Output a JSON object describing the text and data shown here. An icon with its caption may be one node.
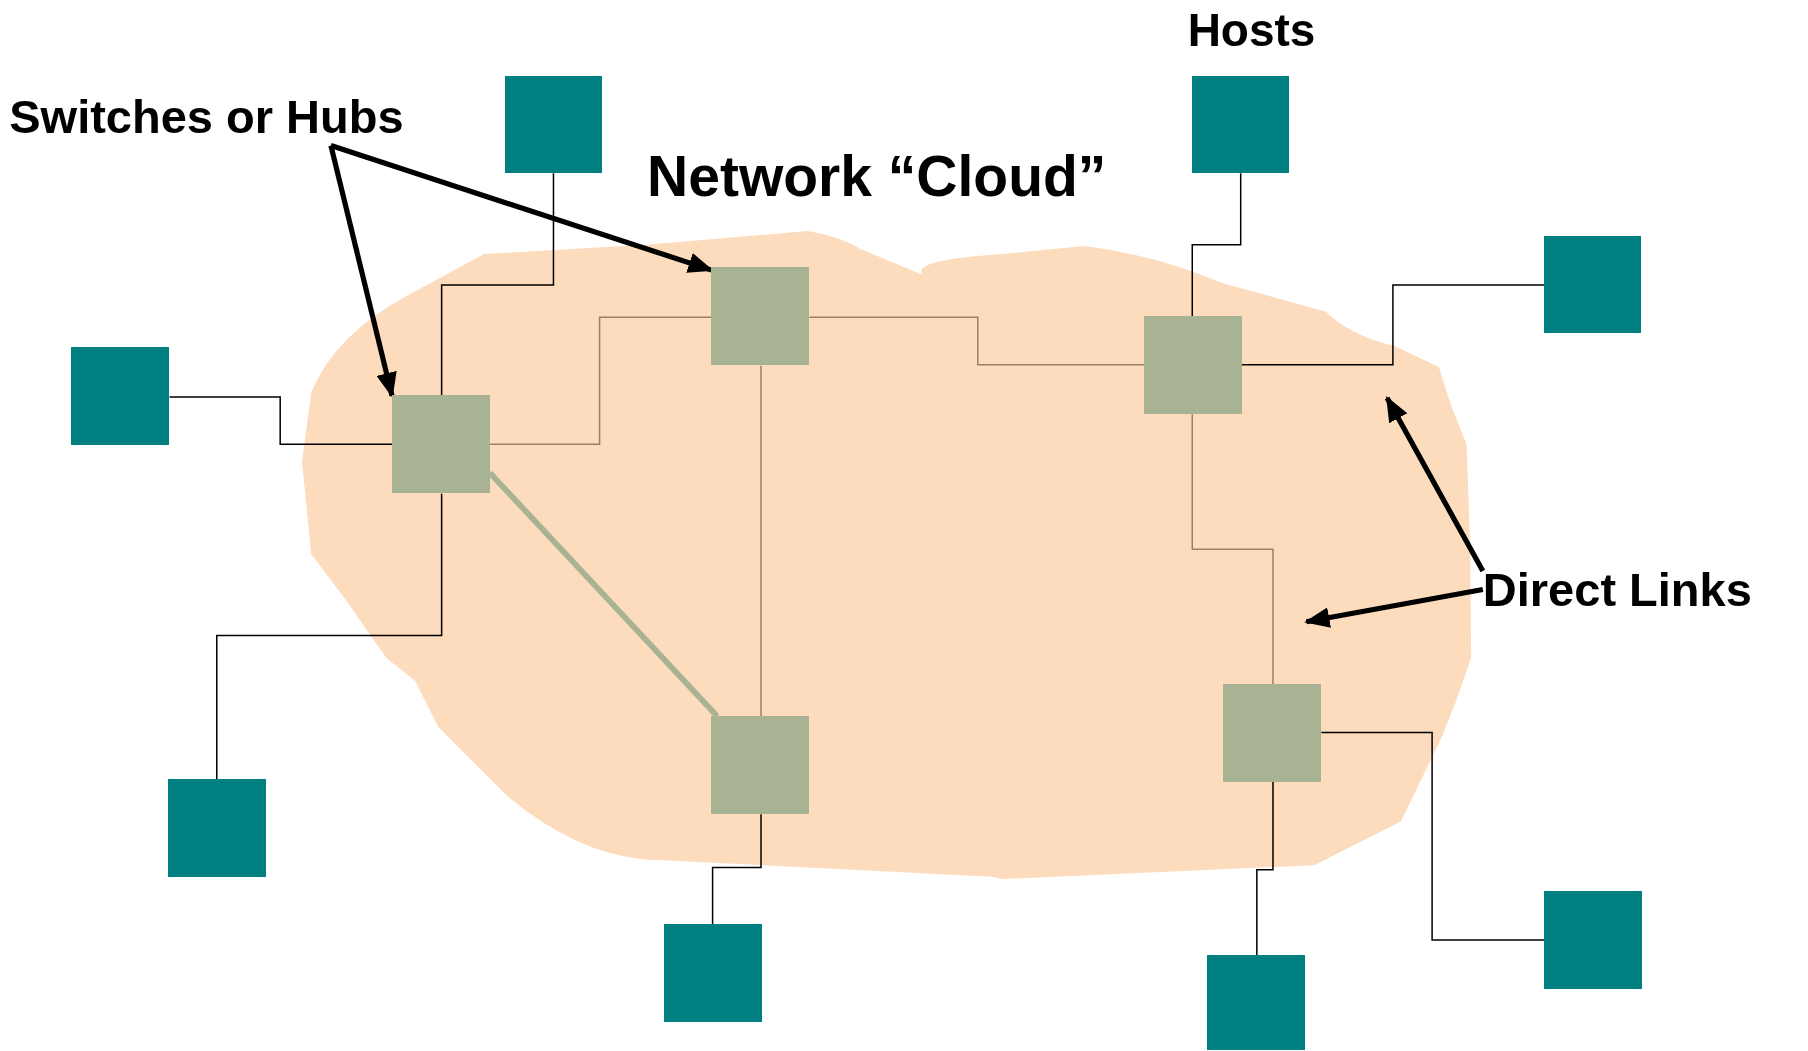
{
  "diagram": {
    "nodes": [
      {
        "text": [
          "Switches or Hubs"
        ]
      },
      {
        "text": [],
        "shape": "box"
      },
      {
        "text": [],
        "shape": "box"
      },
      {
        "text": [
          "Network “Cloud”"
        ]
      },
      {
        "text": [],
        "shape": "box",
        "in": 3
      },
      {
        "text": [],
        "shape": "box",
        "in": 3
      },
      {
        "text": [],
        "shape": "box",
        "in": 3
      },
      {
        "text": [],
        "shape": "box",
        "in": 3
      },
      {
        "text": [],
        "shape": "box",
        "in": 3
      },
      {
        "text": [],
        "shape": "box"
      },
      {
        "text": [],
        "shape": "box"
      },
      {
        "text": [
          "Direct Links"
        ]
      },
      {
        "text": [],
        "shape": "box"
      },
      {
        "text": [],
        "shape": "box"
      },
      {
        "text": [],
        "shape": "box"
      },
      {
        "text": [],
        "shape": "box"
      }
    ],
    "edges": [
      {
        "from": 0,
        "to": 4,
        "arrow": "to",
        "style": "thick"
      },
      {
        "from": 0,
        "to": 5,
        "arrow": "to",
        "style": "thick"
      },
      {
        "from": 1,
        "to": 4,
        "arrow": "none"
      },
      {
        "from": 2,
        "to": 6,
        "arrow": "none"
      },
      {
        "from": 4,
        "to": 5,
        "arrow": "none",
        "color": "#9c7f63"
      },
      {
        "from": 5,
        "to": 6,
        "arrow": "none",
        "color": "#9c7f63"
      },
      {
        "from": 6,
        "to": 9,
        "arrow": "none"
      },
      {
        "from": 10,
        "to": 4,
        "arrow": "none"
      },
      {
        "from": 4,
        "to": 7,
        "arrow": "none",
        "style": "thick",
        "color": "#a8b394"
      },
      {
        "from": 5,
        "to": 7,
        "arrow": "none",
        "color": "#9c7f63"
      },
      {
        "from": 6,
        "to": 8,
        "arrow": "none",
        "color": "#9c7f63"
      },
      {
        "from": 4,
        "to": 12,
        "arrow": "none"
      },
      {
        "from": 7,
        "to": 13,
        "arrow": "none"
      },
      {
        "from": 8,
        "to": 14,
        "arrow": "none"
      },
      {
        "from": 8,
        "to": 15,
        "arrow": "none"
      },
      {
        "from": 11,
        "to": 3,
        "arrow": "to",
        "style": "thick"
      },
      {
        "from": 11,
        "to": null,
        "arrow": "to",
        "style": "thick"
      }
    ],
    "labels": [
      "Hosts"
    ]
  }
}
